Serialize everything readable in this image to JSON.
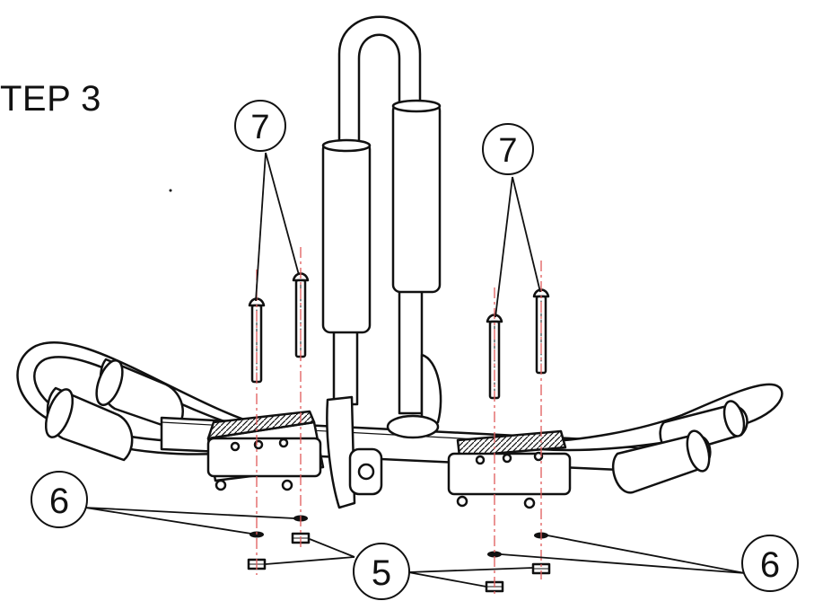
{
  "step_label": "TEP 3",
  "callouts": {
    "bolt_left": "7",
    "bolt_right": "7",
    "washer_left": "6",
    "washer_right": "6",
    "nut_center": "5"
  },
  "colors": {
    "line": "#111111",
    "centerline": "#e05a5a",
    "fill": "#ffffff"
  }
}
